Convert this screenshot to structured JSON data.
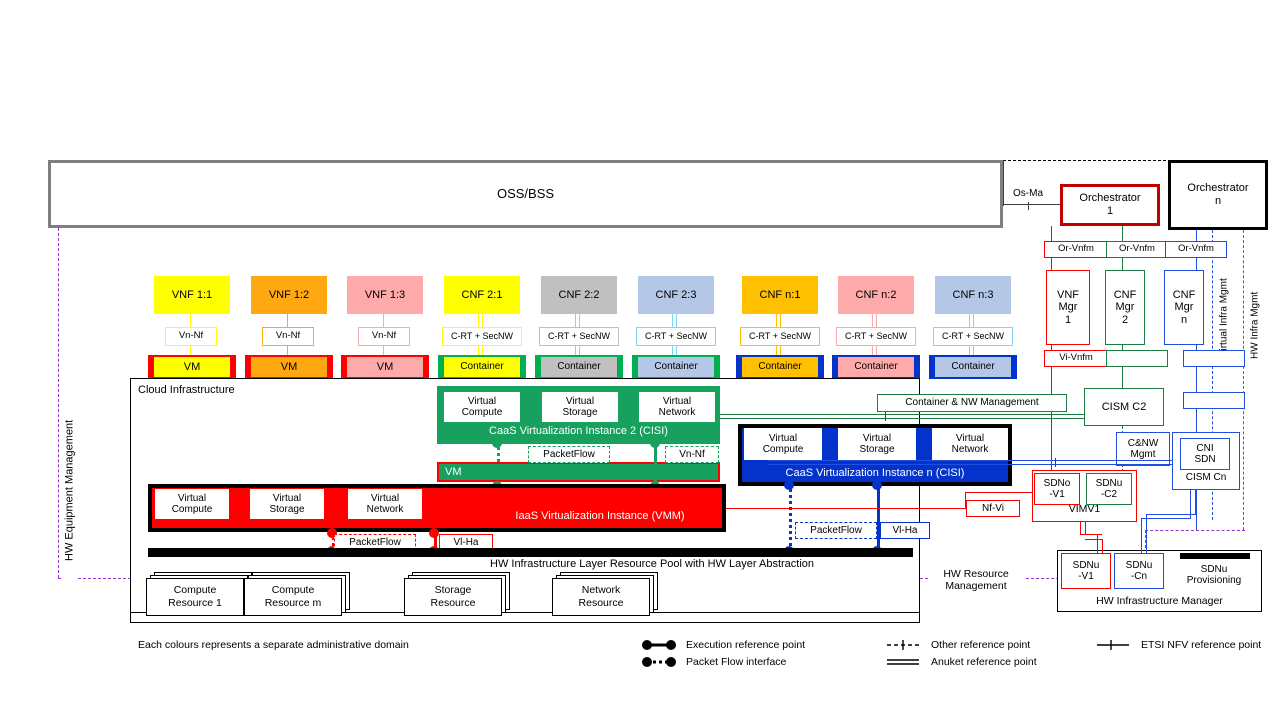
{
  "top": {
    "ossbss": "OSS/BSS",
    "os_ma": "Os-Ma",
    "orchestrator_1": "Orchestrator",
    "orchestrator_1_num": "1",
    "orchestrator_n": "Orchestrator",
    "orchestrator_n_num": "n"
  },
  "functions": [
    {
      "name": "VNF 1:1",
      "color": "#FFFF00",
      "ref": "Vn-Nf",
      "unit": "VM",
      "bar": "#FF0000",
      "border": "#FFFF00"
    },
    {
      "name": "VNF 1:2",
      "color": "#FFA812",
      "ref": "Vn-Nf",
      "unit": "VM",
      "bar": "#FF0000",
      "border": "#FFA812"
    },
    {
      "name": "VNF 1:3",
      "color": "#FFAAAA",
      "ref": "Vn-Nf",
      "unit": "VM",
      "bar": "#FF0000",
      "border": "#FFAAAA"
    },
    {
      "name": "CNF 2:1",
      "color": "#FFFF00",
      "ref": "C-RT + SecNW",
      "unit": "Container",
      "bar": "#00B050",
      "border": "#FFFF00"
    },
    {
      "name": "CNF 2:2",
      "color": "#C0C0C0",
      "ref": "C-RT + SecNW",
      "unit": "Container",
      "bar": "#00B050",
      "border": "#C0C0C0"
    },
    {
      "name": "CNF 2:3",
      "color": "#B4C7E7",
      "ref": "C-RT + SecNW",
      "unit": "Container",
      "bar": "#00B050",
      "border": "#7FD8F7"
    },
    {
      "name": "CNF n:1",
      "color": "#FFC000",
      "ref": "C-RT + SecNW",
      "unit": "Container",
      "bar": "#0433CC",
      "border": "#FFC000"
    },
    {
      "name": "CNF n:2",
      "color": "#FFAAAA",
      "ref": "C-RT + SecNW",
      "unit": "Container",
      "bar": "#0433CC",
      "border": "#FFAAAA"
    },
    {
      "name": "CNF n:3",
      "color": "#B4C7E7",
      "ref": "C-RT + SecNW",
      "unit": "Container",
      "bar": "#0433CC",
      "border": "#7FD8F7"
    }
  ],
  "managers": {
    "or_vnfm": "Or-Vnfm",
    "vi_vnfm": "Vi-Vnfm",
    "vnf_mgr_1": "VNF\nMgr\n1",
    "cnf_mgr_2": "CNF\nMgr\n2",
    "cnf_mgr_n": "CNF\nMgr\nn",
    "vnf_mgr_1_l1": "VNF",
    "vnf_mgr_1_l2": "Mgr",
    "vnf_mgr_1_l3": "1",
    "cnf_mgr_2_l1": "CNF",
    "cnf_mgr_2_l2": "Mgr",
    "cnf_mgr_2_l3": "2",
    "cnf_mgr_n_l1": "CNF",
    "cnf_mgr_n_l2": "Mgr",
    "cnf_mgr_n_l3": "n"
  },
  "cloud": {
    "title": "Cloud Infrastructure",
    "caas2_label": "CaaS Virtualization Instance 2 (CISI)",
    "caasn_label": "CaaS Virtualization Instance n (CISI)",
    "iaas_label": "IaaS Virtualization Instance (VMM)",
    "vm_label": "VM",
    "virtual_compute": "Virtual\nCompute",
    "vc_l1": "Virtual",
    "vc_l2": "Compute",
    "vs_l1": "Virtual",
    "vs_l2": "Storage",
    "vn_l1": "Virtual",
    "vn_l2": "Network",
    "packetflow": "PacketFlow",
    "vn_nf": "Vn-Nf",
    "vi_ha": "Vl-Ha",
    "nf_vi": "Nf-Vi",
    "hw_pool": "HW Infrastructure Layer Resource Pool with HW Layer Abstraction",
    "resources": [
      {
        "l1": "Compute",
        "l2": "Resource 1"
      },
      {
        "l1": "Compute",
        "l2": "Resource m"
      },
      {
        "l1": "Storage",
        "l2": "Resource"
      },
      {
        "l1": "Network",
        "l2": "Resource"
      }
    ]
  },
  "mgmt": {
    "container_nw_management": "Container & NW Management",
    "cism_c2": "CISM C2",
    "cism_cn": "CISM Cn",
    "cni_sdn_l1": "CNI",
    "cni_sdn_l2": "SDN",
    "cnw_mgmt_l1": "C&NW",
    "cnw_mgmt_l2": "Mgmt",
    "sdno_v1_l1": "SDNo",
    "sdno_v1_l2": "-V1",
    "sdnu_c2_l1": "SDNu",
    "sdnu_c2_l2": "-C2",
    "vimv1": "VIMV1",
    "sdnu_v1_l1": "SDNu",
    "sdnu_v1_l2": "-V1",
    "sdnu_cn_l1": "SDNu",
    "sdnu_cn_l2": "-Cn",
    "sdnu_prov_l1": "SDNu",
    "sdnu_prov_l2": "Provisioning",
    "hw_infra_manager": "HW Infrastructure Manager",
    "hw_resource_mgmt_l1": "HW Resource",
    "hw_resource_mgmt_l2": "Management",
    "hw_equipment_management": "HW Equipment Management",
    "virtual_infra_mgmt": "Virtual Infra Mgmt",
    "hw_infra_mgmt": "HW Infra Mgmt"
  },
  "legend": {
    "caption": "Each colours represents a separate administrative domain",
    "items": [
      {
        "label": "Execution reference point"
      },
      {
        "label": "Packet Flow interface"
      },
      {
        "label": "Other reference point"
      },
      {
        "label": "Anuket reference point"
      },
      {
        "label": "ETSI NFV reference point"
      }
    ]
  },
  "colors": {
    "red": "#FF0000",
    "dark_red": "#C00000",
    "green": "#17a05e",
    "bright_green": "#00B050",
    "blue": "#0433CC",
    "grey": "#808080",
    "yellow": "#FFFF00",
    "orange": "#FFA812",
    "pink": "#FFAAAA",
    "light_blue": "#B4C7E7",
    "purple": "#9933CC"
  }
}
